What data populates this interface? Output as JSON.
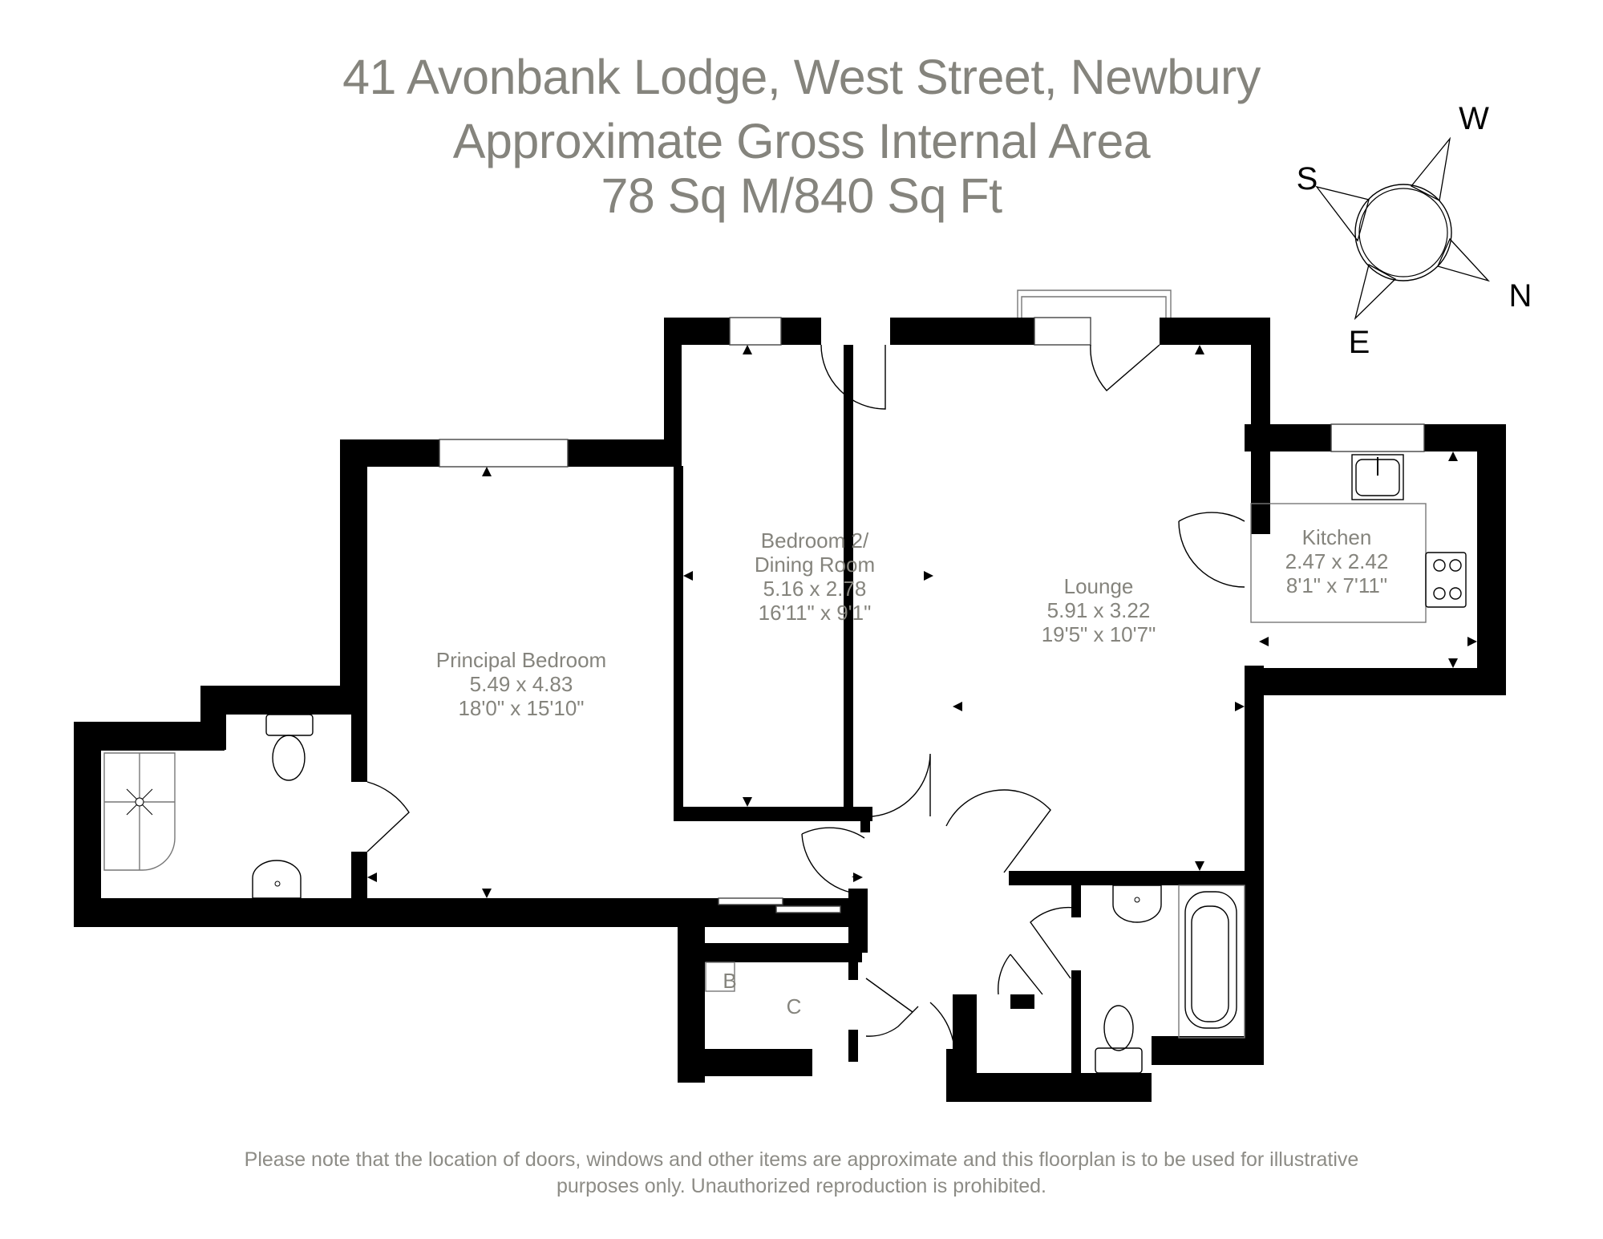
{
  "header": {
    "address": "41 Avonbank Lodge, West Street, Newbury",
    "subtitle": "Approximate Gross Internal Area",
    "area": "78 Sq M/840 Sq Ft"
  },
  "compass": {
    "north": "N",
    "south": "S",
    "east": "E",
    "west": "W",
    "icon": "compass-rose-icon"
  },
  "rooms": {
    "principal_bedroom": {
      "name": "Principal Bedroom",
      "metric": "5.49 x 4.83",
      "imperial": "18'0\" x 15'10\""
    },
    "bedroom2": {
      "name_line1": "Bedroom 2/",
      "name_line2": "Dining Room",
      "metric": "5.16 x 2.78",
      "imperial": "16'11\" x 9'1\""
    },
    "lounge": {
      "name": "Lounge",
      "metric": "5.91 x 3.22",
      "imperial": "19'5\" x 10'7\""
    },
    "kitchen": {
      "name": "Kitchen",
      "metric": "2.47 x 2.42",
      "imperial": "8'1\" x 7'11\""
    },
    "boiler": {
      "label": "B"
    },
    "cupboard": {
      "label": "C"
    }
  },
  "fixtures": [
    "shower-icon",
    "toilet-icon",
    "basin-icon",
    "bath-icon",
    "sink-icon",
    "hob-icon"
  ],
  "disclaimer": {
    "line1": "Please note that the location of doors, windows and other items are approximate and this floorplan is to be used for illustrative",
    "line2": "purposes only. Unauthorized reproduction is prohibited."
  }
}
